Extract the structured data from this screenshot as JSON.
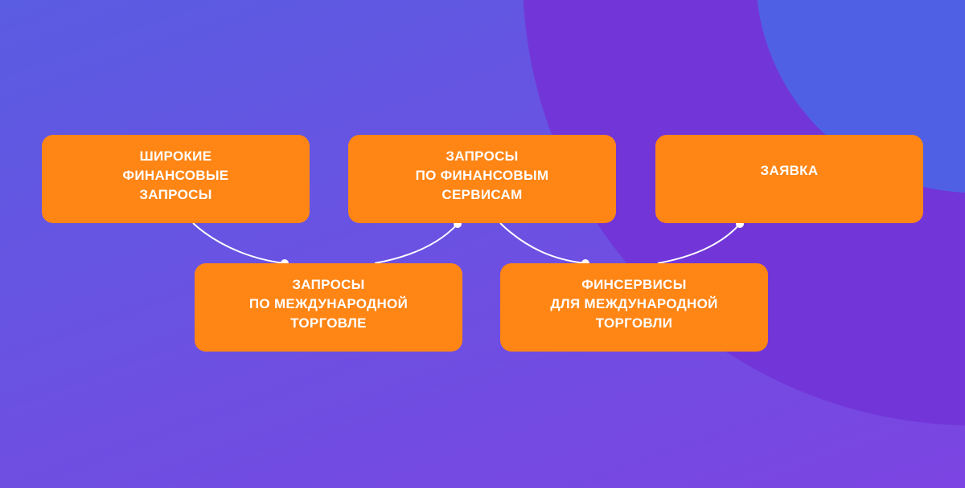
{
  "colors": {
    "box": "#ff8515",
    "ring": "#7236d8",
    "inner_circle": "#5060e4",
    "connector": "#ffffff"
  },
  "steps": [
    {
      "lines": [
        "ШИРОКИЕ",
        "ФИНАНСОВЫЕ",
        "ЗАПРОСЫ"
      ]
    },
    {
      "lines": [
        "ЗАПРОСЫ",
        "ПО ФИНАНСОВЫМ",
        "СЕРВИСАМ"
      ]
    },
    {
      "lines": [
        "ЗАЯВКА"
      ]
    },
    {
      "lines": [
        "ЗАПРОСЫ",
        "ПО МЕЖДУНАРОДНОЙ",
        "ТОРГОВЛЕ"
      ]
    },
    {
      "lines": [
        "ФИНСЕРВИСЫ",
        "ДЛЯ МЕЖДУНАРОДНОЙ",
        "ТОРГОВЛИ"
      ]
    }
  ]
}
